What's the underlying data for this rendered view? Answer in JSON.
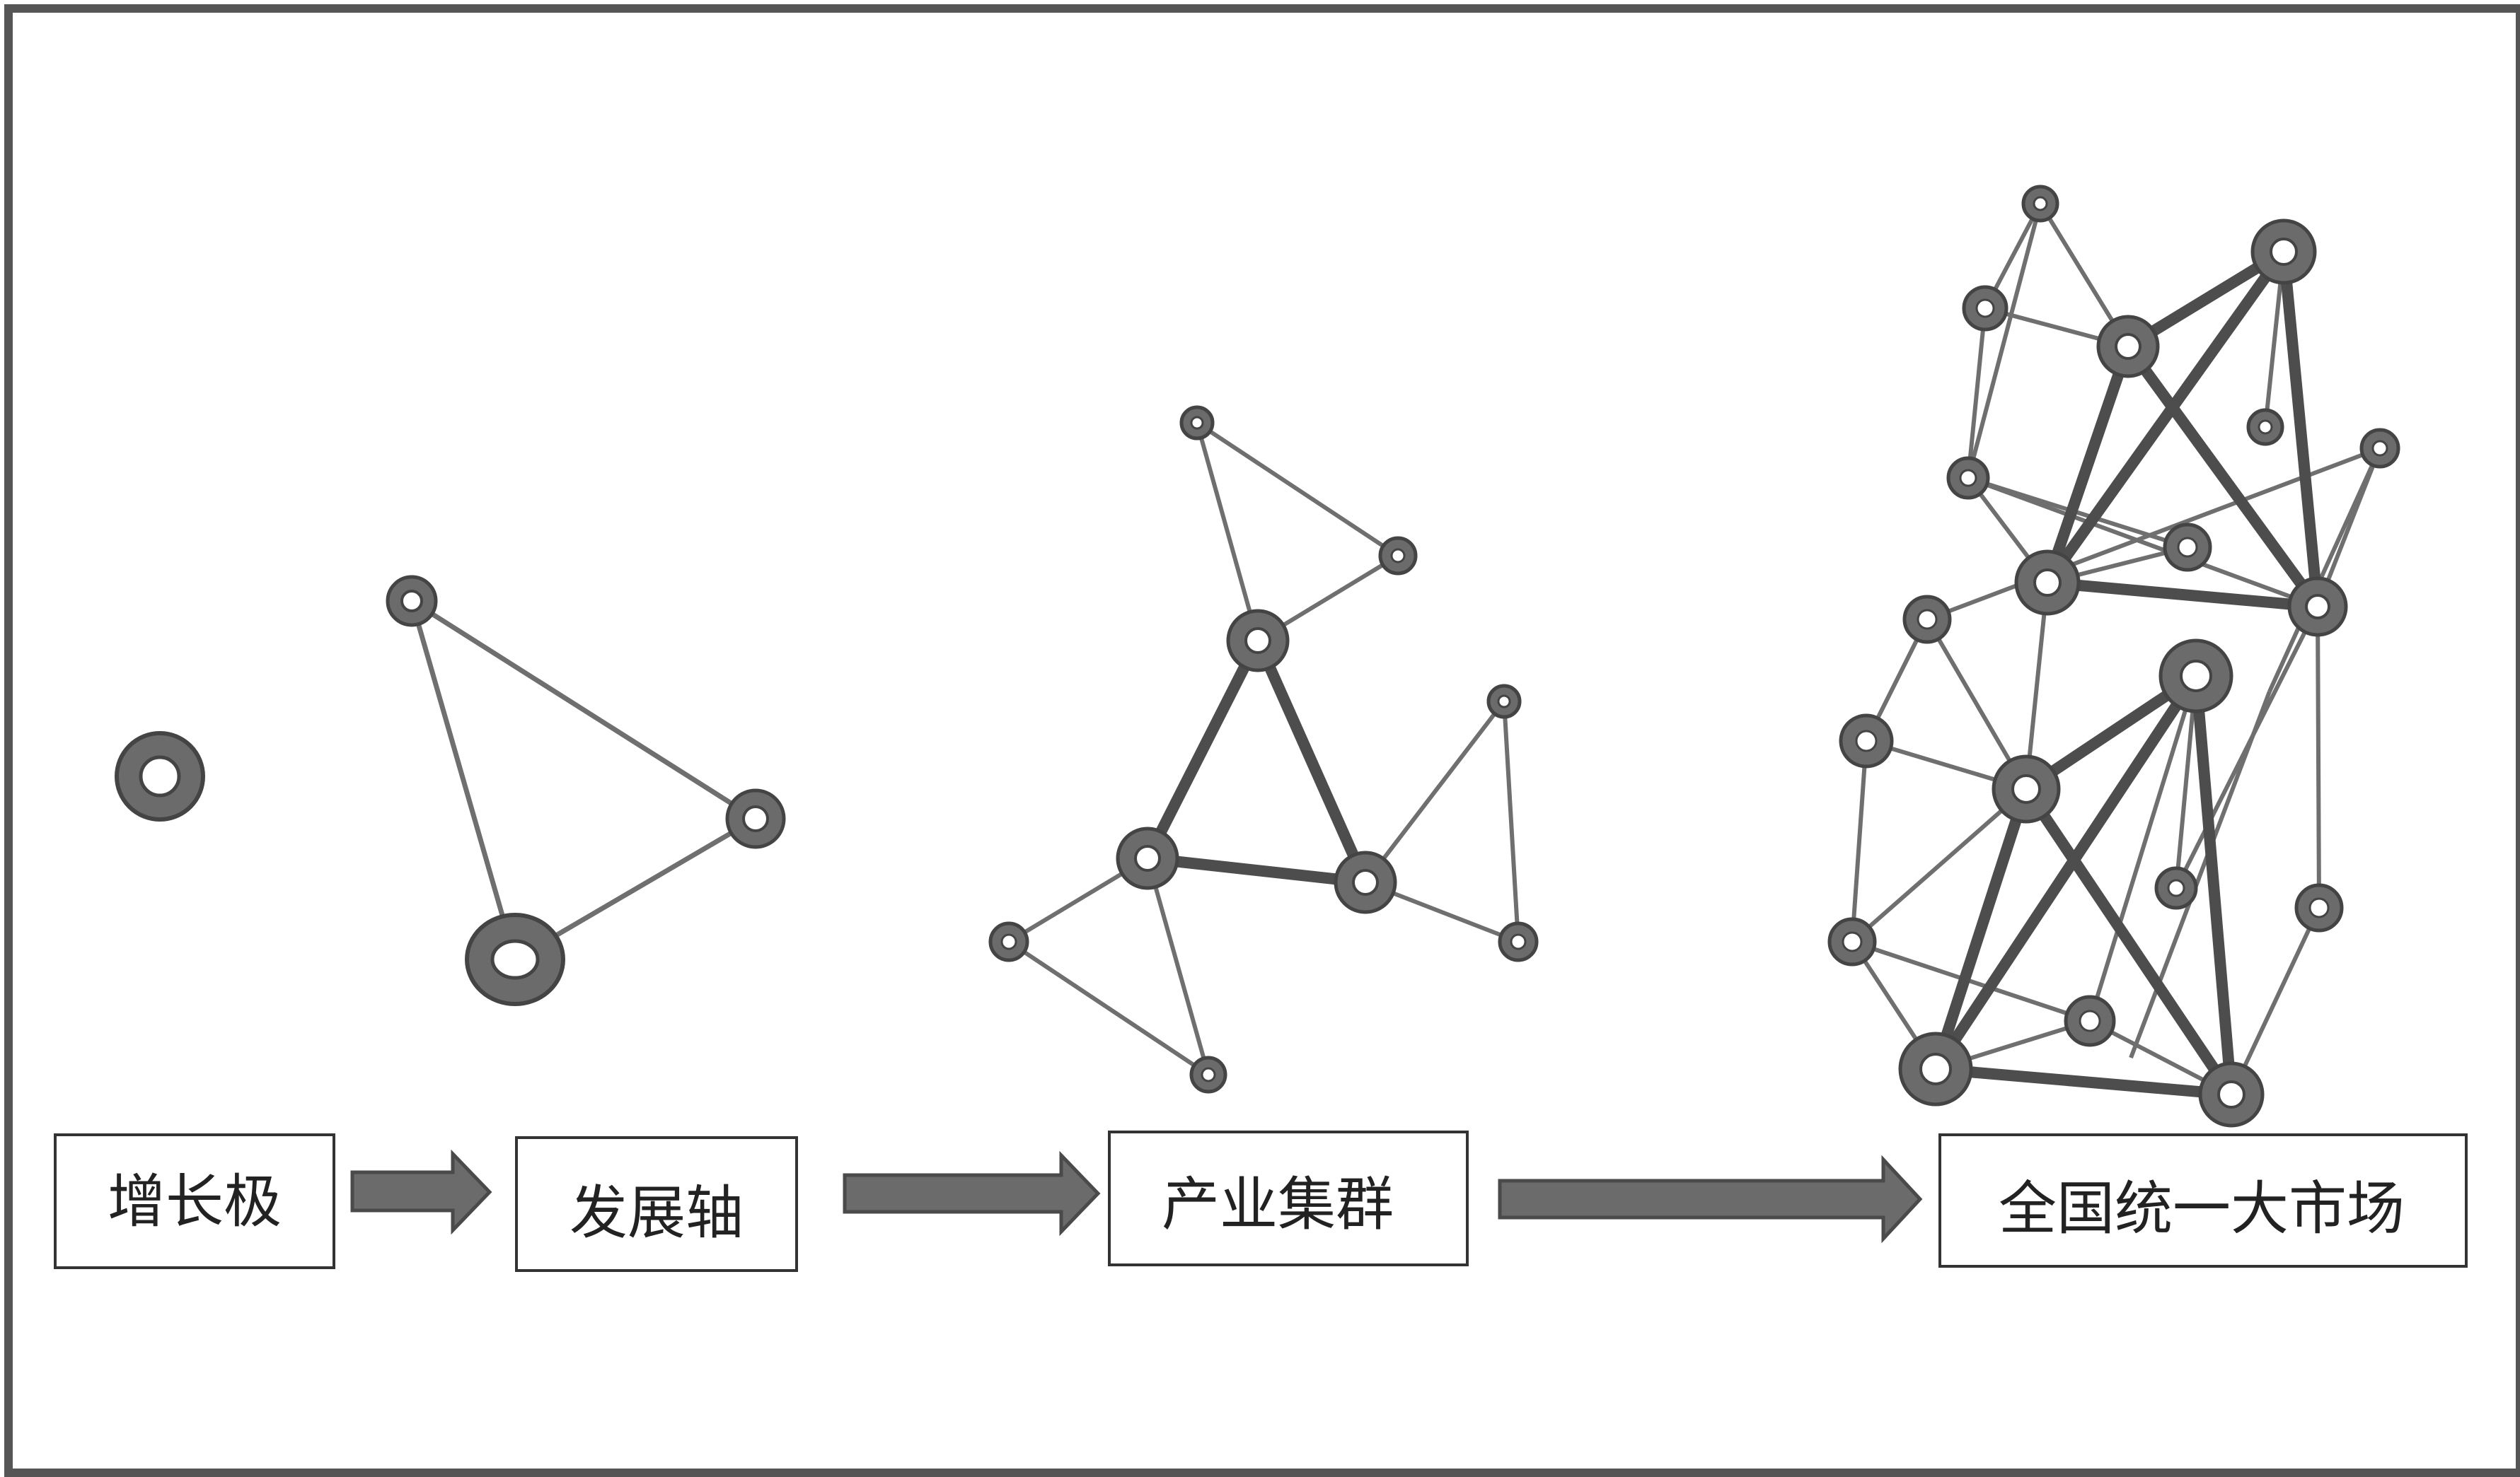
{
  "diagram": {
    "stages": [
      {
        "id": "growth-pole",
        "label": "增长极"
      },
      {
        "id": "development-axis",
        "label": "发展轴"
      },
      {
        "id": "industrial-cluster",
        "label": "产业集群"
      },
      {
        "id": "national-unified-market",
        "label": "全国统一大市场"
      }
    ],
    "colors": {
      "frame": "#555555",
      "node_fill": "#6b6b6b",
      "node_stroke": "#444444",
      "thin_edge": "#6f6f6f",
      "thick_edge": "#4d4d4d",
      "arrow_fill": "#6b6b6b",
      "box_border": "#333333"
    }
  }
}
